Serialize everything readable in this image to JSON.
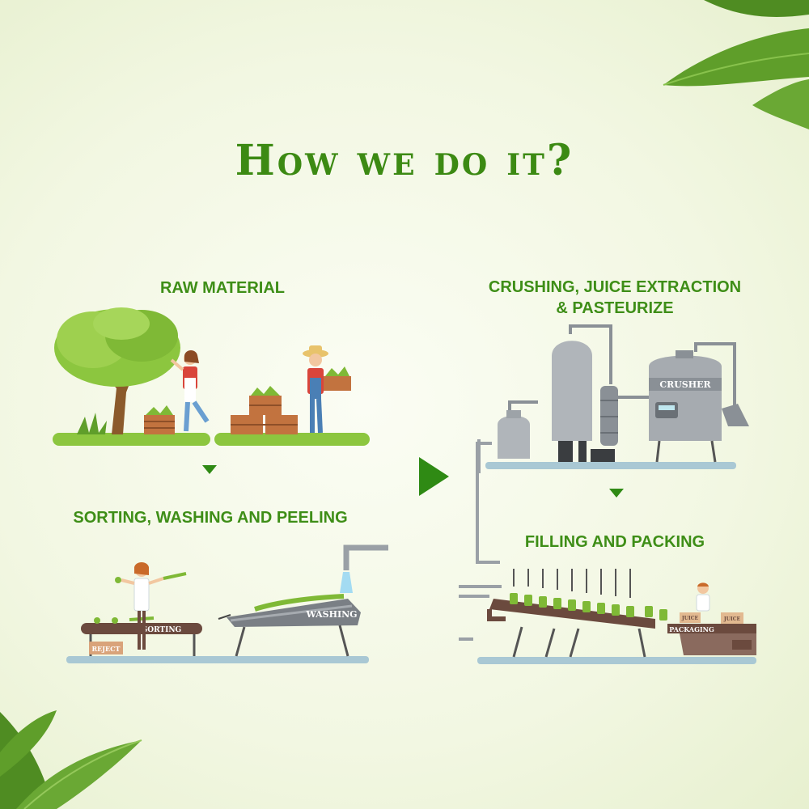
{
  "title": "How we do it?",
  "steps": {
    "raw_material": "RAW MATERIAL",
    "sorting": "SORTING, WASHING AND PEELING",
    "crushing_line1": "CRUSHING, JUICE EXTRACTION",
    "crushing_line2": "& PASTEURIZE",
    "filling": "FILLING AND PACKING"
  },
  "labels": {
    "reject": "REJECT",
    "sorting": "SORTING",
    "washing": "WASHING",
    "crusher": "CRUSHER",
    "packaging": "PACKAGING",
    "juice_box": "JUICE"
  },
  "colors": {
    "title": "#3c8a13",
    "step_label": "#3e8e17",
    "arrow": "#2f8a14",
    "grass": "#8cc63f",
    "floor": "#a9c8d4",
    "machine": "#9da3a8",
    "conveyor": "#6b4a3e"
  }
}
